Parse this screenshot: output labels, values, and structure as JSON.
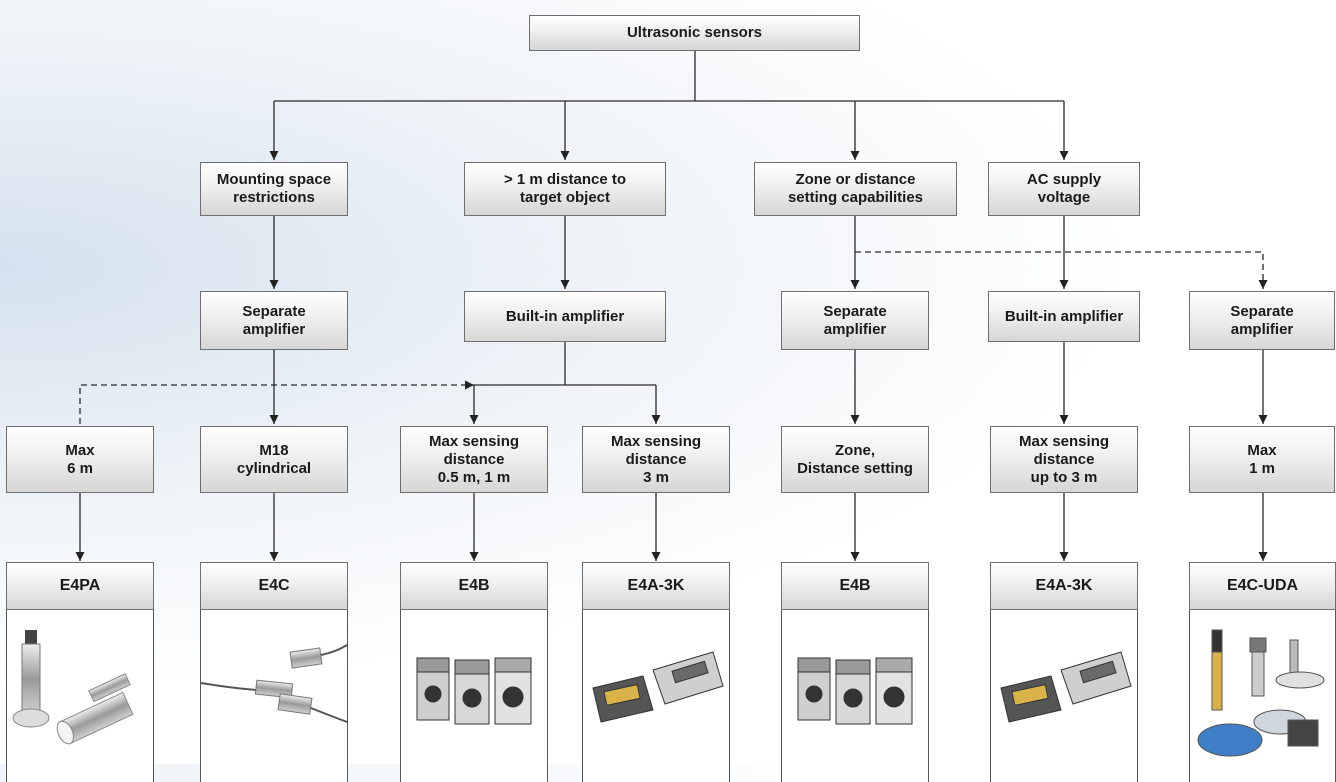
{
  "root": {
    "label": "Ultrasonic sensors"
  },
  "criteria": [
    {
      "label": "Mounting space\nrestrictions"
    },
    {
      "label": "> 1 m distance to\ntarget object"
    },
    {
      "label": "Zone or distance\nsetting capabilities"
    },
    {
      "label": "AC supply\nvoltage"
    }
  ],
  "amplifiers": [
    {
      "label": "Separate\namplifier"
    },
    {
      "label": "Built-in amplifier"
    },
    {
      "label": "Separate\namplifier"
    },
    {
      "label": "Built-in amplifier"
    },
    {
      "label": "Separate\namplifier"
    }
  ],
  "specs": [
    {
      "label": "Max\n6 m"
    },
    {
      "label": "M18\ncylindrical"
    },
    {
      "label": "Max sensing\ndistance\n0.5 m, 1 m"
    },
    {
      "label": "Max sensing\ndistance\n3 m"
    },
    {
      "label": "Zone,\nDistance setting"
    },
    {
      "label": "Max sensing\ndistance\nup to 3 m"
    },
    {
      "label": "Max\n1 m"
    }
  ],
  "products": [
    {
      "model": "E4PA"
    },
    {
      "model": "E4C"
    },
    {
      "model": "E4B"
    },
    {
      "model": "E4A-3K"
    },
    {
      "model": "E4B"
    },
    {
      "model": "E4A-3K"
    },
    {
      "model": "E4C-UDA"
    }
  ]
}
